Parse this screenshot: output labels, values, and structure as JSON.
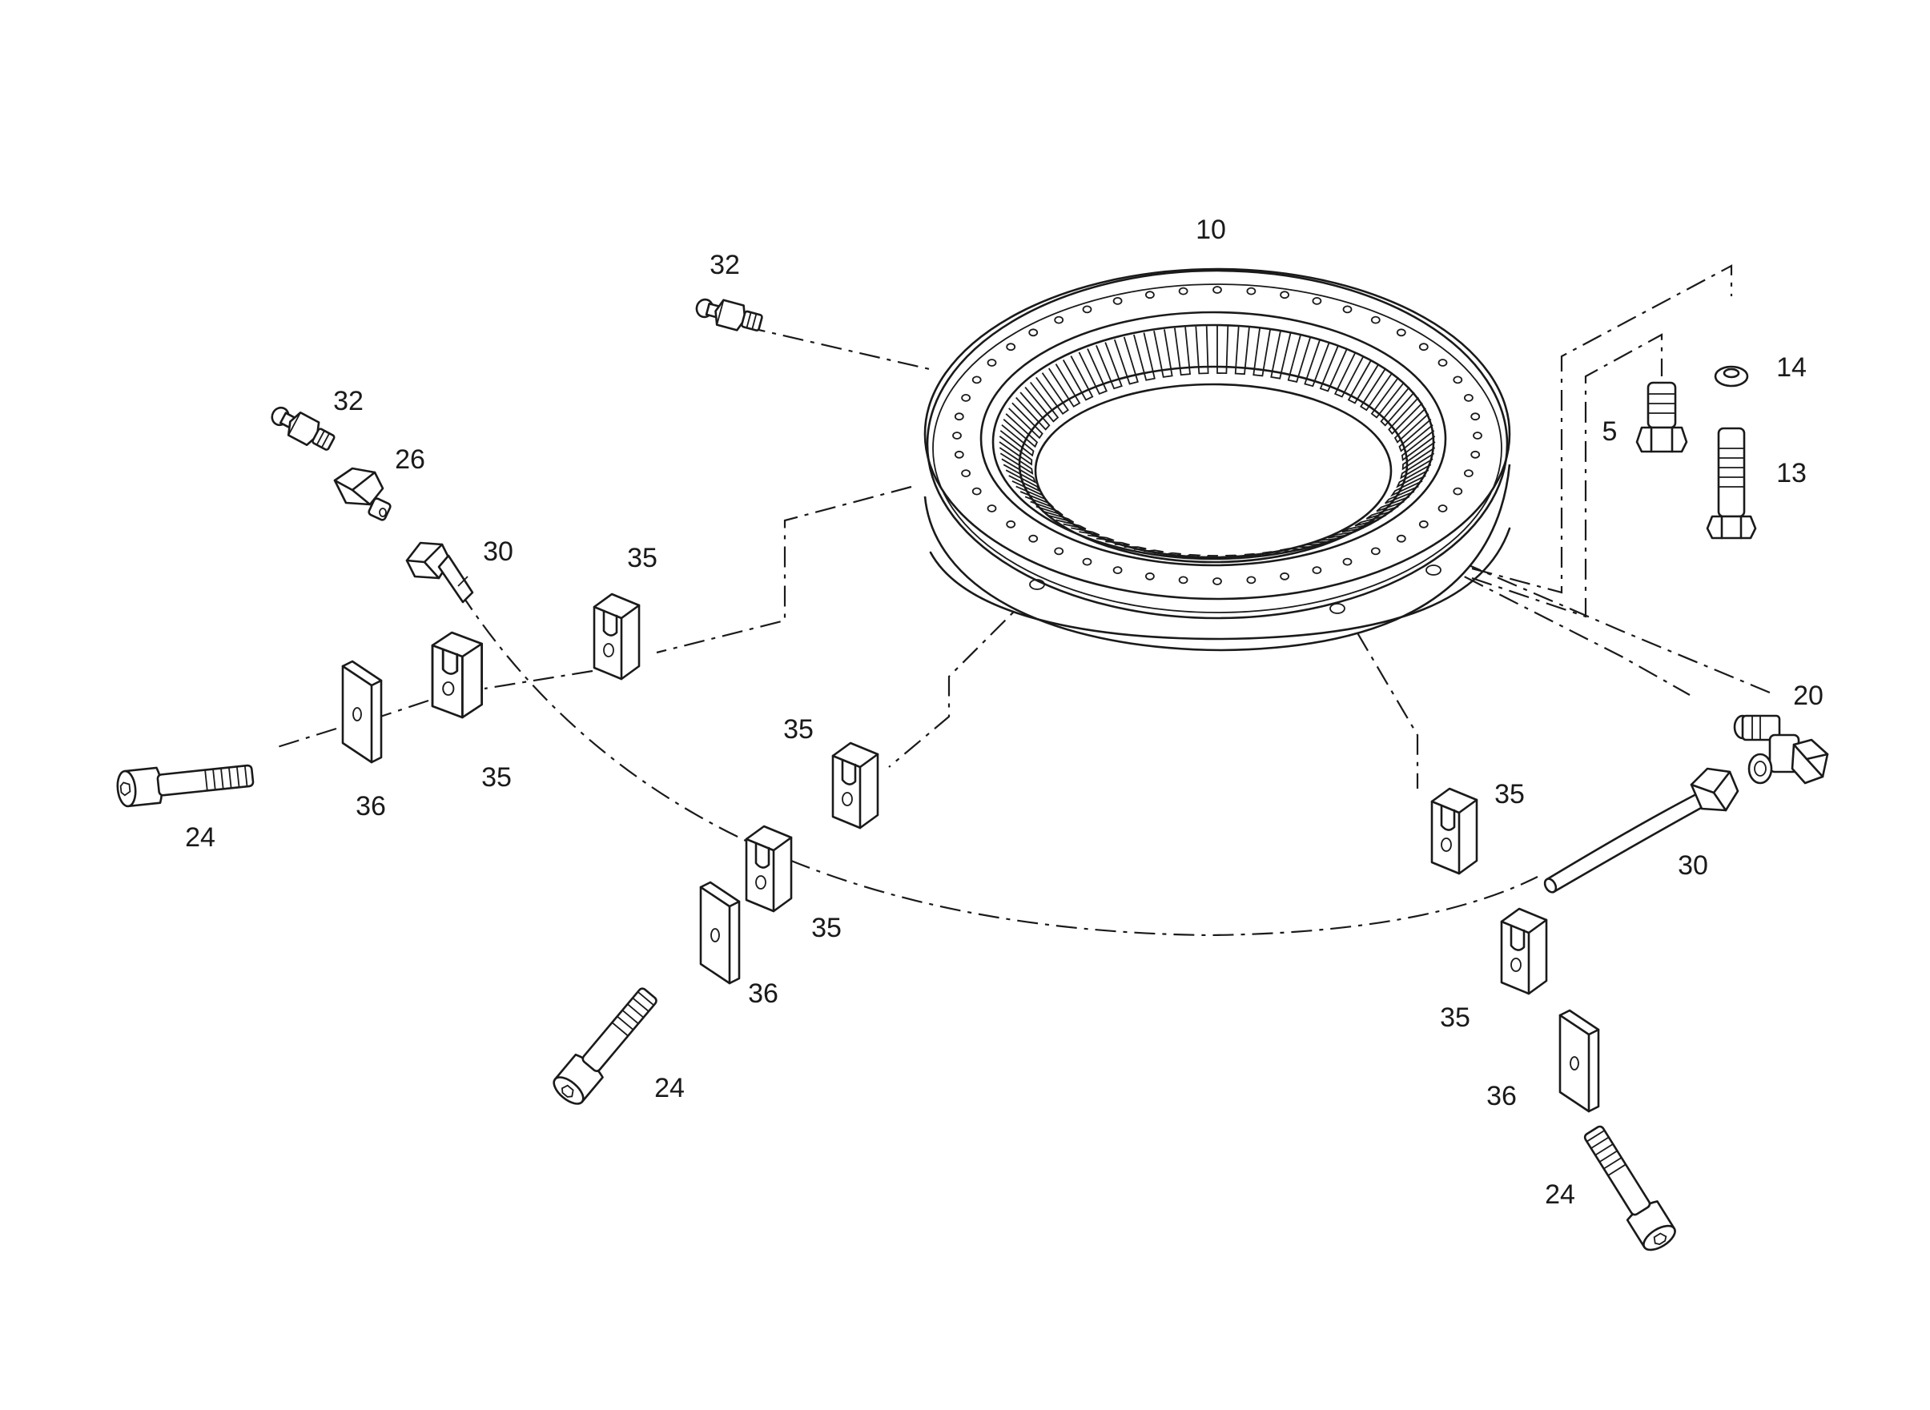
{
  "diagram": {
    "type": "exploded parts diagram",
    "line_color": "#1a1a1a",
    "background_color": "#ffffff",
    "parts": [
      {
        "id": "slewing-ring",
        "label": "10"
      },
      {
        "id": "grease-nipple-top",
        "label": "32"
      },
      {
        "id": "grease-nipple-left",
        "label": "32"
      },
      {
        "id": "adapter-nut",
        "label": "26"
      },
      {
        "id": "bolt-small",
        "label": "30"
      },
      {
        "id": "block-upper-left",
        "label": "35"
      },
      {
        "id": "block-mid-left",
        "label": "35"
      },
      {
        "id": "plate-left",
        "label": "36"
      },
      {
        "id": "cap-screw-left",
        "label": "24"
      },
      {
        "id": "block-center",
        "label": "35"
      },
      {
        "id": "block-lower-center",
        "label": "35"
      },
      {
        "id": "plate-lower-center",
        "label": "36"
      },
      {
        "id": "cap-screw-lower-center",
        "label": "24"
      },
      {
        "id": "block-right",
        "label": "35"
      },
      {
        "id": "block-lower-right",
        "label": "35"
      },
      {
        "id": "plate-lower-right",
        "label": "36"
      },
      {
        "id": "cap-screw-lower-right",
        "label": "24"
      },
      {
        "id": "grease-hose",
        "label": "30"
      },
      {
        "id": "tee-fitting",
        "label": "20"
      },
      {
        "id": "hex-bolt-short",
        "label": "5"
      },
      {
        "id": "washer",
        "label": "14"
      },
      {
        "id": "hex-bolt-long",
        "label": "13"
      }
    ]
  }
}
